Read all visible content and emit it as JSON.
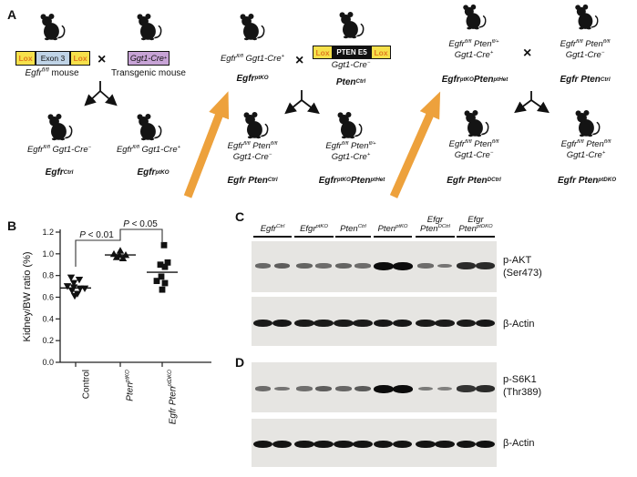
{
  "colors": {
    "orange_box": "#E8953C",
    "orange_box_border": "#9C6414",
    "arrow_orange": "#EDA13C",
    "lox_yellow": "#F6E14B",
    "lox_text": "#DF7A1E",
    "exon_blue": "#BFD3E6",
    "pten_black": "#111111",
    "cre_purple": "#C7A3D6",
    "blot_bg": "#E6E5E2"
  },
  "panel_a": {
    "label": "A",
    "founder_cross": {
      "construct_egfr": {
        "lox_left": "Lox",
        "exon": "Exon 3",
        "lox_right": "Lox"
      },
      "egfr_caption": "*Egfr^{fl/fl}* mouse",
      "cross_symbol": "×",
      "cre_box": "Ggt1-Cre^{+}",
      "transgenic_caption": "Transgenic mouse"
    },
    "gen1": [
      {
        "genotype": "Egfr^{fl/fl} Ggt1-Cre^{−}",
        "box": "Egfr^{Ctrl}"
      },
      {
        "genotype": "Egfr^{fl/fl} Ggt1-Cre^{+}",
        "box": "Egfr^{ptKO}"
      }
    ],
    "cross2": {
      "left_genotype": "Egfr^{fl/fl} Ggt1-Cre^{+}",
      "left_box": "Egfr^{ptKO}",
      "cross_symbol": "×",
      "construct_pten": {
        "lox_left": "Lox",
        "exon": "PTEN E5",
        "lox_right": "Lox"
      },
      "right_genotype": "Ggt1-Cre^{−}",
      "right_box": "Pten^{Ctrl}"
    },
    "gen2": [
      {
        "line1": "Egfr^{fl/fl} Pten^{fl/fl}",
        "line2": "Ggt1-Cre^{−}",
        "box": "Egfr Pten^{Ctrl}"
      },
      {
        "line1": "Egfr^{fl/fl} Pten^{fl/+}",
        "line2": "Ggt1-Cre^{+}",
        "box": "Egfr^{ptKO} Pten^{ptHet}"
      }
    ],
    "cross3": {
      "left_line1": "Egfr^{fl/fl} Pten^{fl/+}",
      "left_line2": "Ggt1-Cre^{+}",
      "left_box": "Egfr^{ptKO} Pten^{ptHet}",
      "cross_symbol": "×",
      "right_line1": "Egfr^{fl/fl} Pten^{fl/fl}",
      "right_line2": "Ggt1-Cre^{−}",
      "right_box": "Egfr Pten^{Ctrl}"
    },
    "gen3": [
      {
        "line1": "Egfr^{fl/fl} Pten^{fl/fl}",
        "line2": "Ggt1-Cre^{−}",
        "box": "Egfr Pten^{DCtrl}"
      },
      {
        "line1": "Egfr^{fl/fl} Pten^{fl/fl}",
        "line2": "Ggt1-Cre^{+}",
        "box": "Egfr Pten^{ptDKO}"
      }
    ]
  },
  "panel_b": {
    "label": "B"
  },
  "chart_data": {
    "type": "scatter",
    "title": "",
    "xlabel": "",
    "ylabel": "Kidney/BW ratio (%)",
    "ylim": [
      0.0,
      1.2
    ],
    "yticks": [
      "0.0",
      "0.2",
      "0.4",
      "0.6",
      "0.8",
      "1.0",
      "1.2"
    ],
    "grid": false,
    "groups": [
      {
        "label": "Control",
        "label_italic": false,
        "marker": "triangle-down",
        "values": [
          0.78,
          0.76,
          0.73,
          0.7,
          0.69,
          0.68,
          0.68,
          0.66,
          0.63,
          0.61
        ],
        "mean": 0.685,
        "jitter": [
          -5,
          4,
          -2,
          -9,
          -2,
          5,
          10,
          -4,
          2,
          -1
        ]
      },
      {
        "label": "Pten^{ptKO}",
        "label_italic": true,
        "marker": "triangle-up",
        "values": [
          1.03,
          1.0,
          0.99,
          0.99,
          0.97,
          0.96
        ],
        "mean": 0.99,
        "jitter": [
          0,
          -7,
          -1,
          6,
          -4,
          3
        ]
      },
      {
        "label": "Egfr Pten^{ptDKO}",
        "label_italic": true,
        "marker": "square",
        "values": [
          1.08,
          0.92,
          0.9,
          0.88,
          0.79,
          0.75,
          0.73,
          0.67
        ],
        "mean": 0.83,
        "jitter": [
          2,
          6,
          -2,
          3,
          -1,
          -6,
          3,
          0
        ]
      }
    ],
    "significance": [
      {
        "p_italic": "P",
        "p_rest": " < 0.01",
        "between": [
          "Control",
          "Pten^{ptKO}"
        ]
      },
      {
        "p_italic": "P",
        "p_rest": " < 0.05",
        "between": [
          "Pten^{ptKO}",
          "Egfr Pten^{ptDKO}"
        ]
      }
    ]
  },
  "panel_c": {
    "label": "C",
    "lane_headers": [
      [
        "Egfr^{Ctrl}"
      ],
      [
        "Efgr^{ptKO}"
      ],
      [
        "Pten^{Ctrl}"
      ],
      [
        "Pten^{ptKO}"
      ],
      [
        "Efgr",
        "Pten^{DCtrl}"
      ],
      [
        "Efgr",
        "Pten^{ptDKO}"
      ]
    ],
    "blots": [
      {
        "target": "p-AKT",
        "site": "(Ser473)",
        "bands": [
          0.35,
          0.42,
          0.38,
          0.32,
          0.38,
          0.32,
          1.0,
          1.0,
          0.32,
          0.26,
          0.78,
          0.78
        ]
      },
      {
        "target": "β-Actin",
        "site": "",
        "bands": [
          0.9,
          0.92,
          0.9,
          0.9,
          0.9,
          0.9,
          0.92,
          0.92,
          0.9,
          0.9,
          0.9,
          0.92
        ]
      }
    ]
  },
  "panel_d": {
    "label": "D",
    "blots": [
      {
        "target": "p-S6K1",
        "site": "(Thr389)",
        "bands": [
          0.32,
          0.26,
          0.3,
          0.42,
          0.36,
          0.45,
          1.0,
          1.0,
          0.22,
          0.18,
          0.72,
          0.78
        ]
      },
      {
        "target": "β-Actin",
        "site": "",
        "bands": [
          0.95,
          0.95,
          0.95,
          0.95,
          0.95,
          0.95,
          0.95,
          0.95,
          0.95,
          0.95,
          0.95,
          0.97
        ]
      }
    ]
  }
}
